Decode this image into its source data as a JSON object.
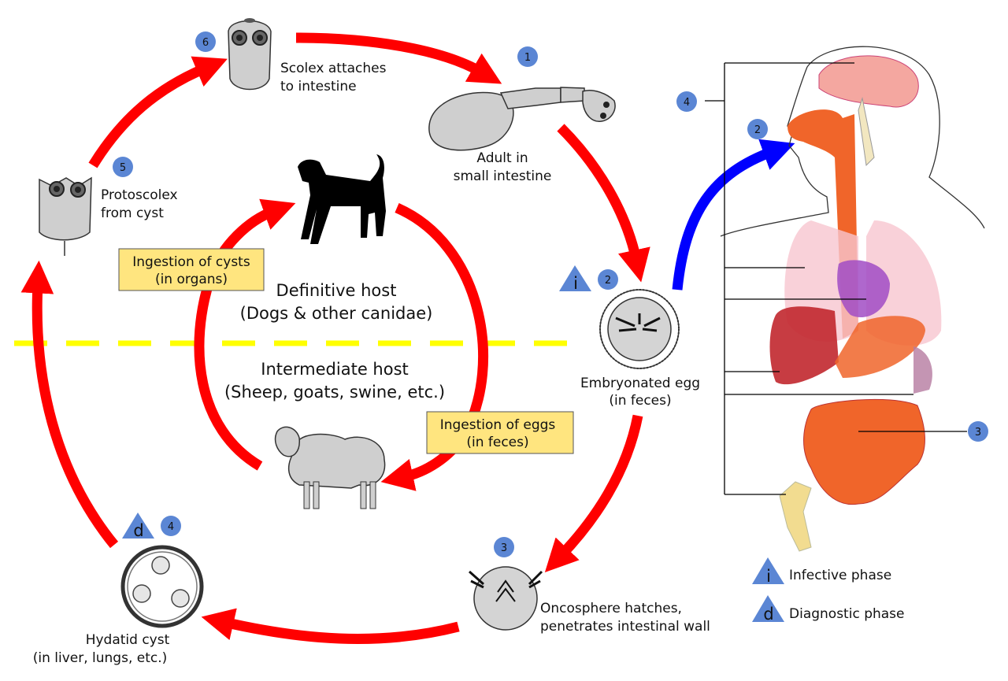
{
  "colors": {
    "cycle_arrow": "#ff0000",
    "human_arrow": "#0000ff",
    "badge": "#5b86d4",
    "box_fill": "#ffe57f",
    "divider": "#ffff00"
  },
  "stages": {
    "adult": {
      "num": "1",
      "line1": "Adult in",
      "line2": "small intestine"
    },
    "egg": {
      "num": "2",
      "tag": "i",
      "line1": "Embryonated egg",
      "line2": "(in feces)"
    },
    "oncosphere": {
      "num": "3",
      "line1": "Oncosphere hatches,",
      "line2": "penetrates intestinal wall"
    },
    "hydatid": {
      "num": "4",
      "tag": "d",
      "line1": "Hydatid cyst",
      "line2": "(in liver, lungs, etc.)"
    },
    "protoscolex": {
      "num": "5",
      "line1": "Protoscolex",
      "line2": "from cyst"
    },
    "scolex": {
      "num": "6",
      "line1": "Scolex attaches",
      "line2": "to intestine"
    }
  },
  "boxes": {
    "cysts": {
      "line1": "Ingestion of cysts",
      "line2": "(in organs)"
    },
    "eggs": {
      "line1": "Ingestion of eggs",
      "line2": "(in feces)"
    }
  },
  "hosts": {
    "definitive": {
      "line1": "Definitive host",
      "line2": "(Dogs & other canidae)"
    },
    "intermediate": {
      "line1": "Intermediate host",
      "line2": "(Sheep, goats, swine, etc.)"
    }
  },
  "human": {
    "badge_brain": "4",
    "badge_mouth": "2",
    "badge_intestine": "3"
  },
  "legend": {
    "infective_tag": "i",
    "infective": "Infective phase",
    "diagnostic_tag": "d",
    "diagnostic": "Diagnostic phase"
  }
}
